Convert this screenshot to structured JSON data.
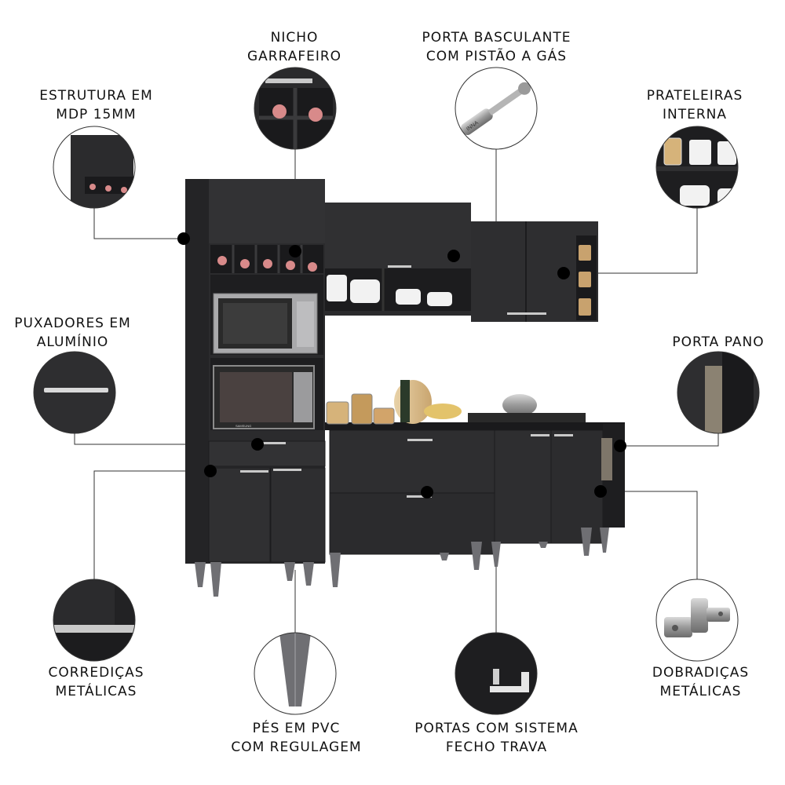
{
  "features": [
    {
      "id": "estrutura",
      "line1": "ESTRUTURA EM",
      "line2": "MDP 15MM"
    },
    {
      "id": "nicho",
      "line1": "NICHO",
      "line2": "GARRAFEIRO"
    },
    {
      "id": "porta-basculante",
      "line1": "PORTA BASCULANTE",
      "line2": "COM PISTÃO A GÁS"
    },
    {
      "id": "prateleiras",
      "line1": "PRATELEIRAS",
      "line2": "INTERNA"
    },
    {
      "id": "puxadores",
      "line1": "PUXADORES EM",
      "line2": "ALUMÍNIO"
    },
    {
      "id": "porta-pano",
      "line1": "PORTA PANO",
      "line2": ""
    },
    {
      "id": "corredicas",
      "line1": "CORREDIÇAS",
      "line2": "METÁLICAS"
    },
    {
      "id": "pes",
      "line1": "PÉS EM PVC",
      "line2": "COM REGULAGEM"
    },
    {
      "id": "portas-fecho",
      "line1": "PORTAS COM SISTEMA",
      "line2": "FECHO TRAVA"
    },
    {
      "id": "dobradicas",
      "line1": "DOBRADIÇAS",
      "line2": "METÁLICAS"
    }
  ],
  "microwave_brand": "SAMSUNG",
  "piston_brand": "INNA",
  "colors": {
    "cabinet": "#2b2b2d",
    "cabinet_dark": "#1d1d1f",
    "handle": "#c9c9c9",
    "line": "#333333",
    "dot": "#000000"
  }
}
